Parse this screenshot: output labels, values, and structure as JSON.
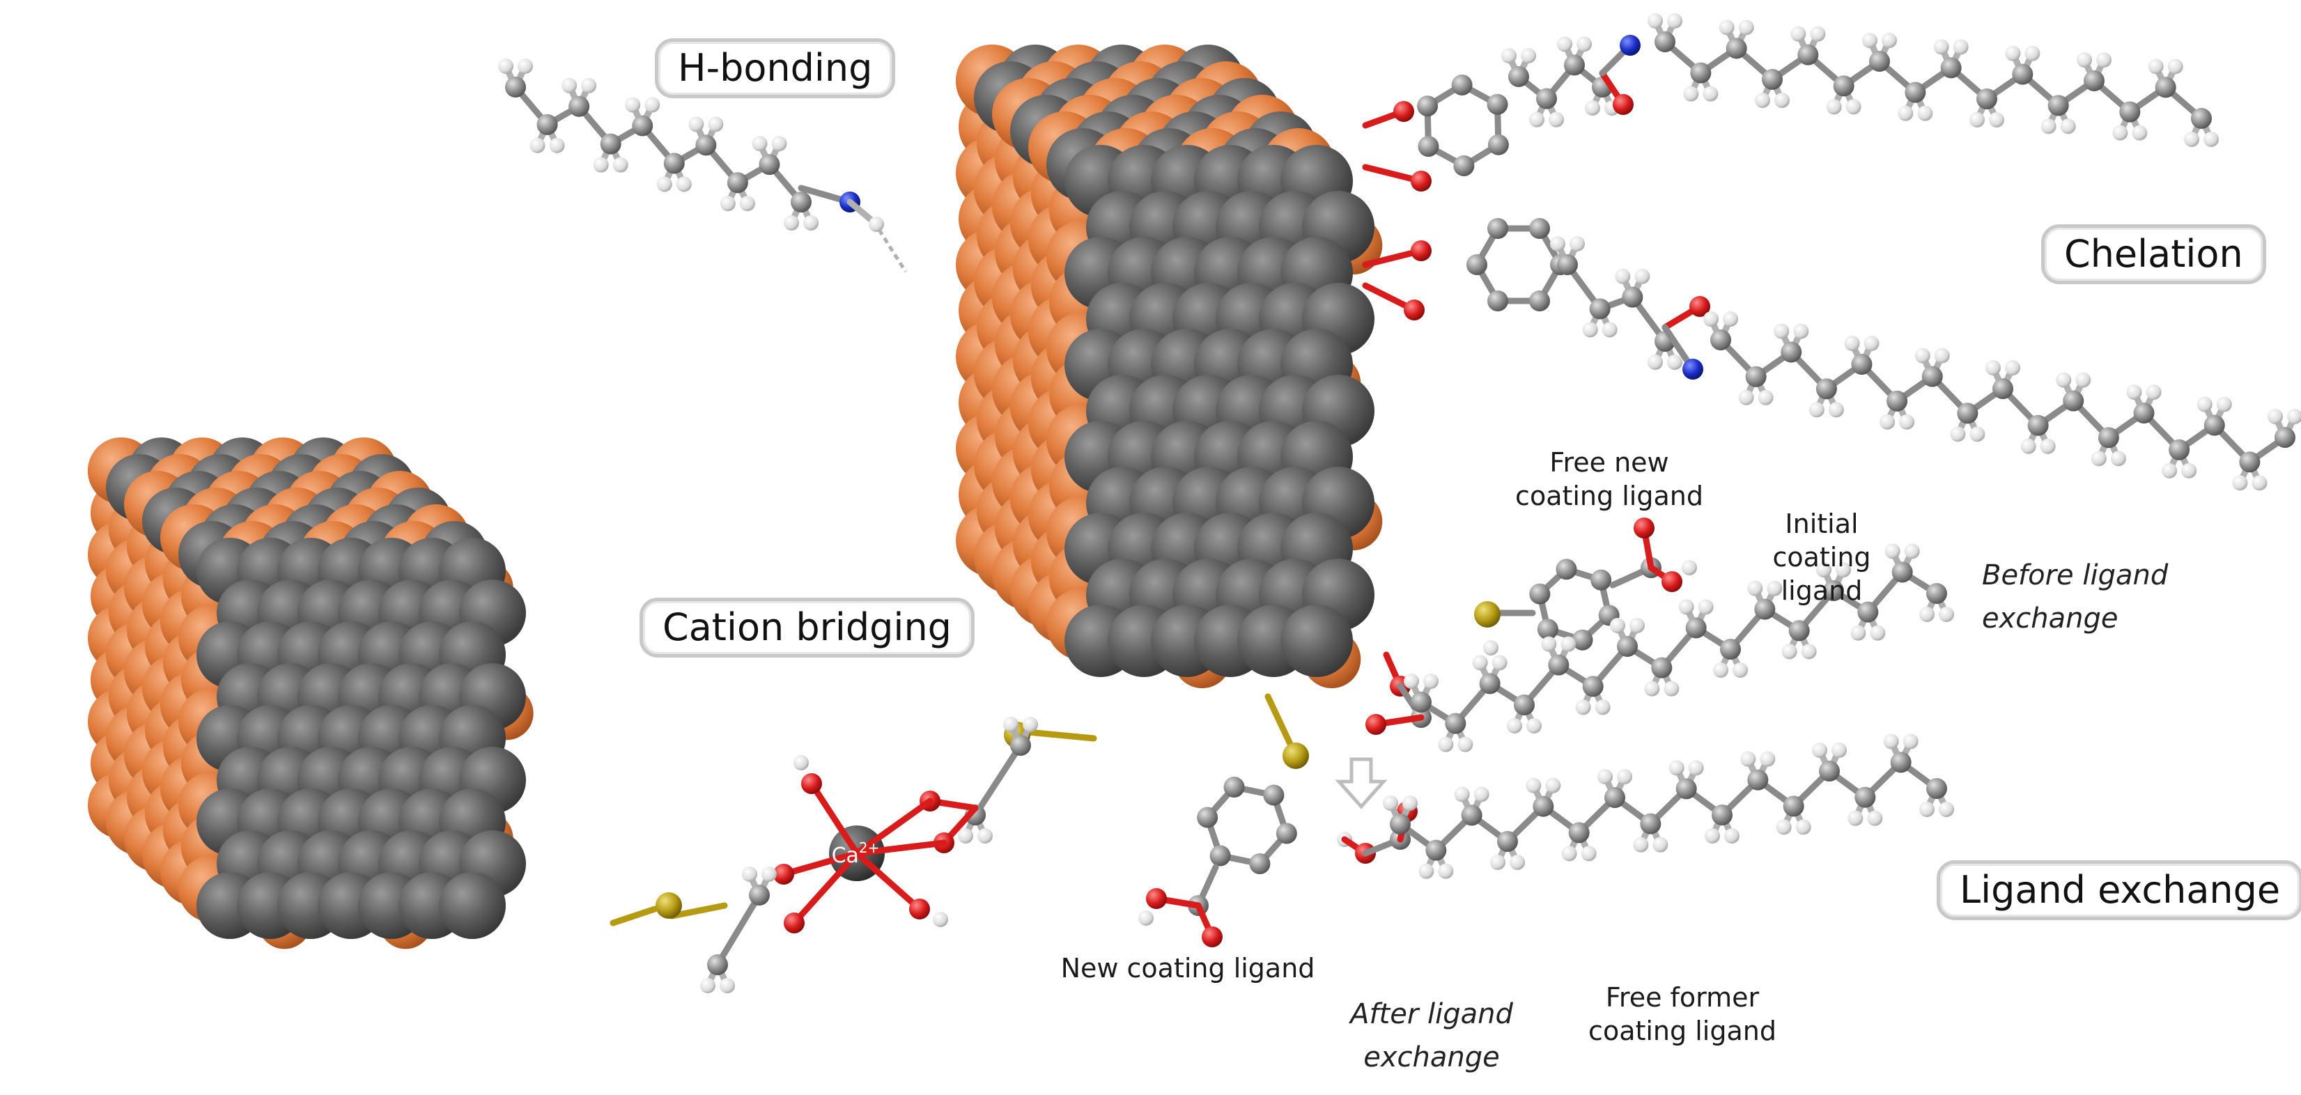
{
  "labels": {
    "h_bonding": "H-bonding",
    "chelation": "Chelation",
    "cation_bridging": "Cation bridging",
    "ligand_exchange": "Ligand exchange",
    "free_new_line1": "Free new",
    "free_new_line2": "coating ligand",
    "initial_line1": "Initial",
    "initial_line2": "coating",
    "initial_line3": "ligand",
    "before_line1": "Before ligand",
    "before_line2": "exchange",
    "new_coating": "New coating ligand",
    "after_line1": "After ligand",
    "after_line2": "exchange",
    "free_former_line1": "Free former",
    "free_former_line2": "coating ligand",
    "calcium": "Ca",
    "calcium_charge": "2+"
  },
  "colors": {
    "iron_atom": "#e07b3c",
    "oxygen_shell_atom": "#5f5f5f",
    "carbon": "#8c8c8c",
    "hydrogen": "#e4e4e4",
    "oxygen": "#d81b1b",
    "nitrogen": "#1a2ec8",
    "sulfur": "#b59a12",
    "arrow": "#bdbdbd"
  }
}
